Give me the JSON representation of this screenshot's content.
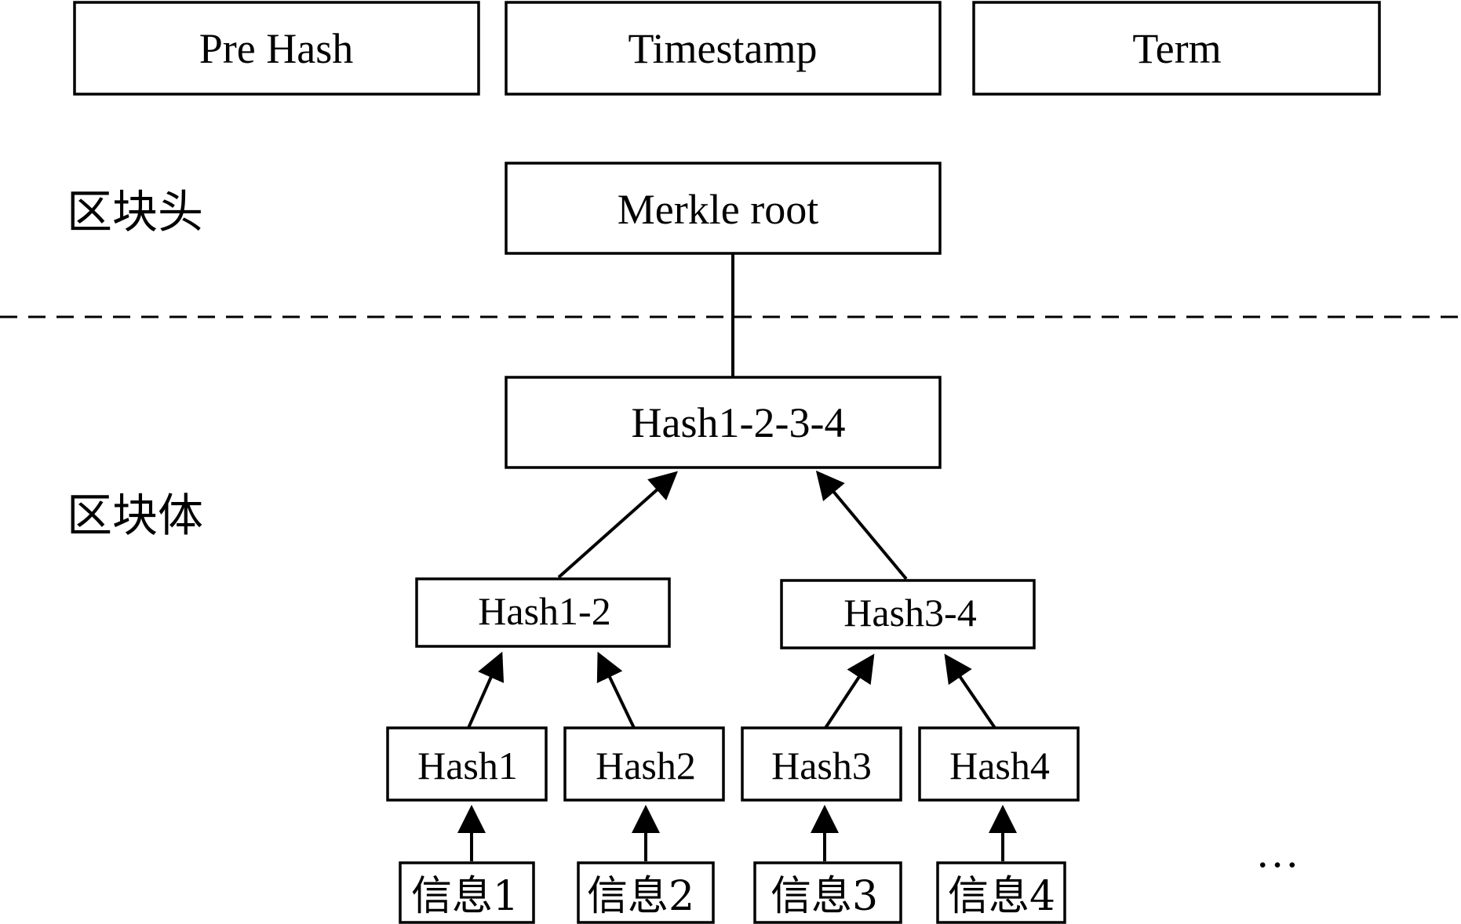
{
  "header": {
    "fields": [
      "Pre Hash",
      "Timestamp",
      "Term"
    ],
    "merkle_root": "Merkle root",
    "section_label": "区块头"
  },
  "body": {
    "section_label": "区块体",
    "root_hash": "Hash1-2-3-4",
    "mid_hashes": [
      "Hash1-2",
      "Hash3-4"
    ],
    "leaf_hashes": [
      "Hash1",
      "Hash2",
      "Hash3",
      "Hash4"
    ],
    "messages": [
      "信息1",
      "信息2",
      "信息3",
      "信息4"
    ],
    "ellipsis": "…"
  }
}
